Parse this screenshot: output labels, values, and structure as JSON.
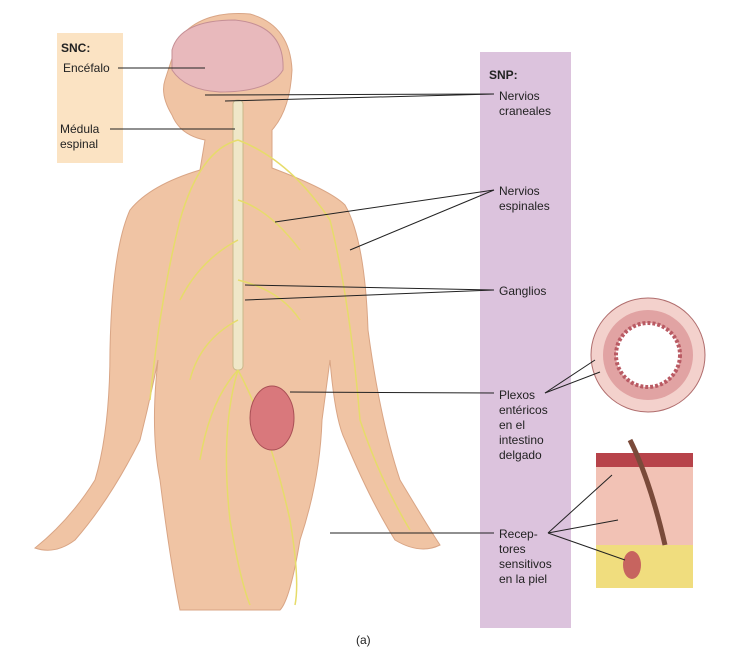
{
  "snc": {
    "title": "SNC:",
    "encefalo": "Encéfalo",
    "medula_1": "Médula",
    "medula_2": "espinal"
  },
  "snp": {
    "title": "SNP:",
    "labels": [
      [
        "Nervios",
        "craneales"
      ],
      [
        "Nervios",
        "espinales"
      ],
      [
        "Ganglios"
      ],
      [
        "Plexos",
        "entéricos",
        "en el",
        "intestino",
        "delgado"
      ],
      [
        "Recep-",
        "tores",
        "sensitivos",
        "en la piel"
      ]
    ]
  },
  "caption": "(a)",
  "colors": {
    "snc_box": "#fbe3c3",
    "snp_box": "#dcc3dd",
    "skin": "#f0c4a4",
    "nerve": "#e6dc6a"
  }
}
